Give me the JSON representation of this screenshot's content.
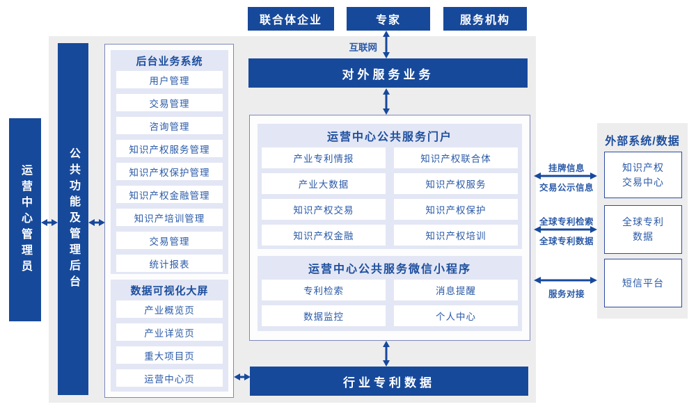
{
  "colors": {
    "primary": "#17499b",
    "canvas-bg": "#ededee",
    "panel-bg": "#e3e6f4",
    "box-border": "#7d86bb",
    "ext-border": "#2c4a9e",
    "title-text": "#1c4e9e",
    "item-text": "#2a5aa8"
  },
  "top_actors": [
    {
      "label": "联合体企业"
    },
    {
      "label": "专家"
    },
    {
      "label": "服务机构"
    }
  ],
  "internet_label": "互联网",
  "external_service_bar": {
    "label": "对外服务业务"
  },
  "industry_data_bar": {
    "label": "行业专利数据"
  },
  "left": {
    "admin_label": "运营中心管理员",
    "backend_label": "公共功能及管理后台",
    "backend_system": {
      "title": "后台业务系统",
      "items": [
        "用户管理",
        "交易管理",
        "咨询管理",
        "知识产权服务管理",
        "知识产权保护管理",
        "知识产权金融管理",
        "知识产培训管理",
        "交易管理",
        "统计报表"
      ]
    },
    "dashboard": {
      "title": "数据可视化大屏",
      "items": [
        "产业概览页",
        "产业详览页",
        "重大项目页",
        "运营中心页"
      ]
    }
  },
  "portal": {
    "title": "运营中心公共服务门户",
    "items": [
      "产业专利情报",
      "知识产权联合体",
      "产业大数据",
      "知识产权服务",
      "知识产权交易",
      "知识产权保护",
      "知识产权金融",
      "知识产权培训"
    ]
  },
  "miniprogram": {
    "title": "运营中心公共服务微信小程序",
    "items": [
      "专利检索",
      "消息提醒",
      "数据监控",
      "个人中心"
    ]
  },
  "external": {
    "title": "外部系统/数据",
    "systems": [
      {
        "label": "知识产权\n交易中心"
      },
      {
        "label": "全球专利\n数据"
      },
      {
        "label": "短信平台"
      }
    ],
    "links": [
      {
        "top": "挂牌信息",
        "bottom": "交易公示信息"
      },
      {
        "top": "全球专利检索",
        "bottom": "全球专利数据"
      },
      {
        "top": "",
        "bottom": "服务对接"
      }
    ]
  }
}
